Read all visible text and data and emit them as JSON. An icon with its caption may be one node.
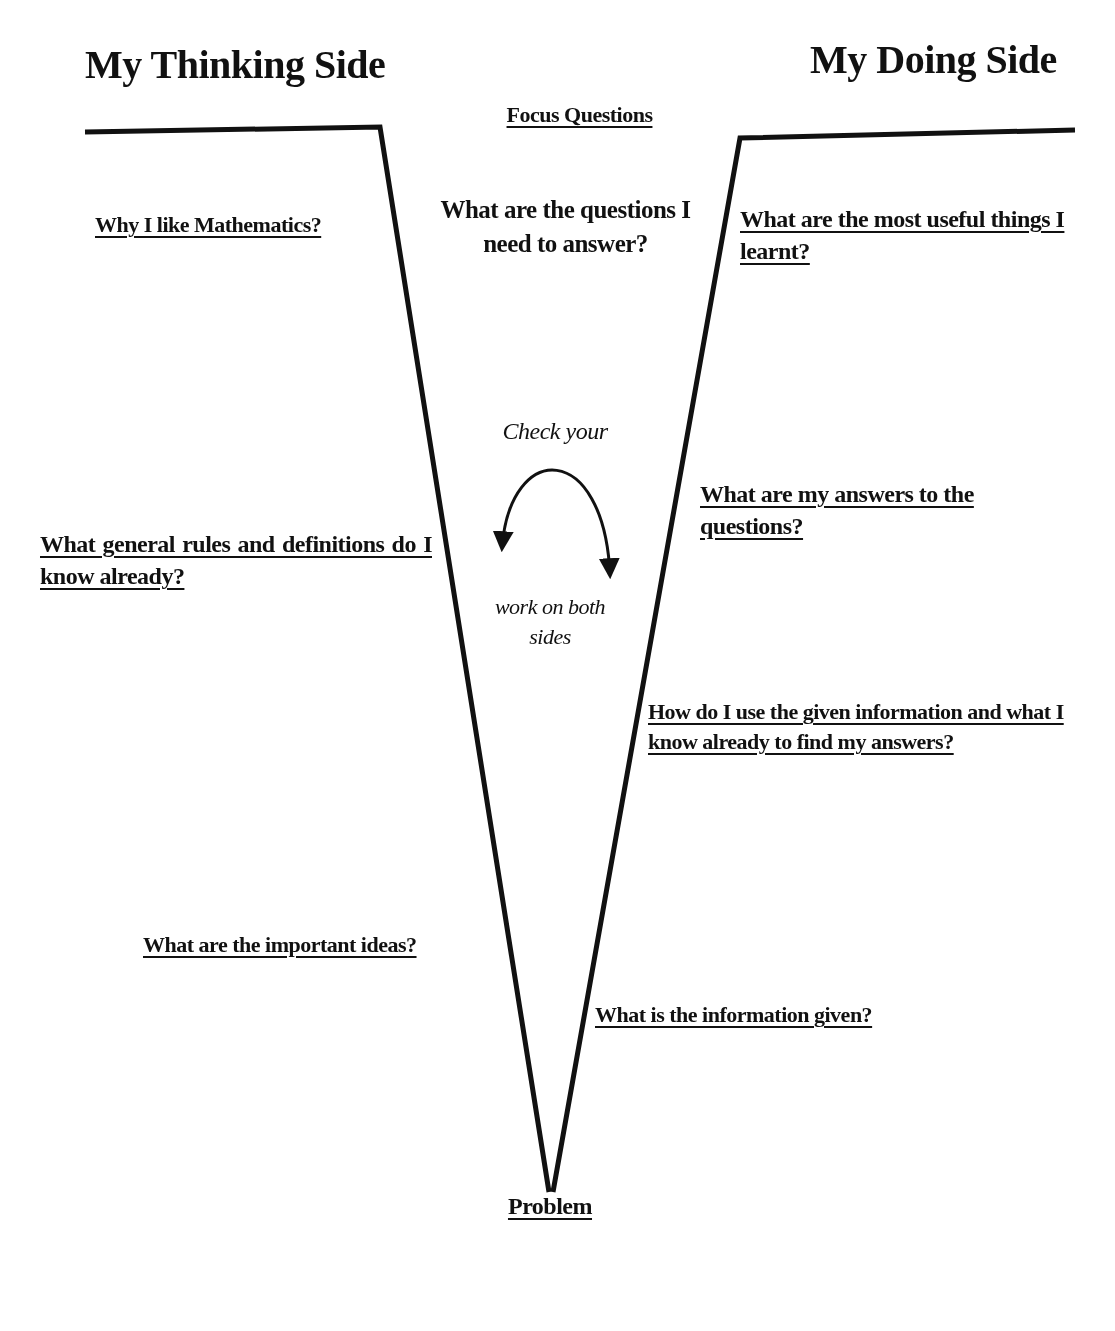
{
  "diagram": {
    "labels": [
      "My Thinking Side",
      "My Doing Side",
      "Focus Questions",
      "Why I like Mathematics?",
      "What are the questions I need to answer?",
      "What are the most useful things I learnt?",
      "Check your",
      "What are my answers to the questions?",
      "What general rules and definitions do I know already?",
      "work on both sides",
      "How do I use the given information and what I know already to find my answers?",
      "What are the important ideas?",
      "What is the information given?",
      "Problem"
    ]
  }
}
